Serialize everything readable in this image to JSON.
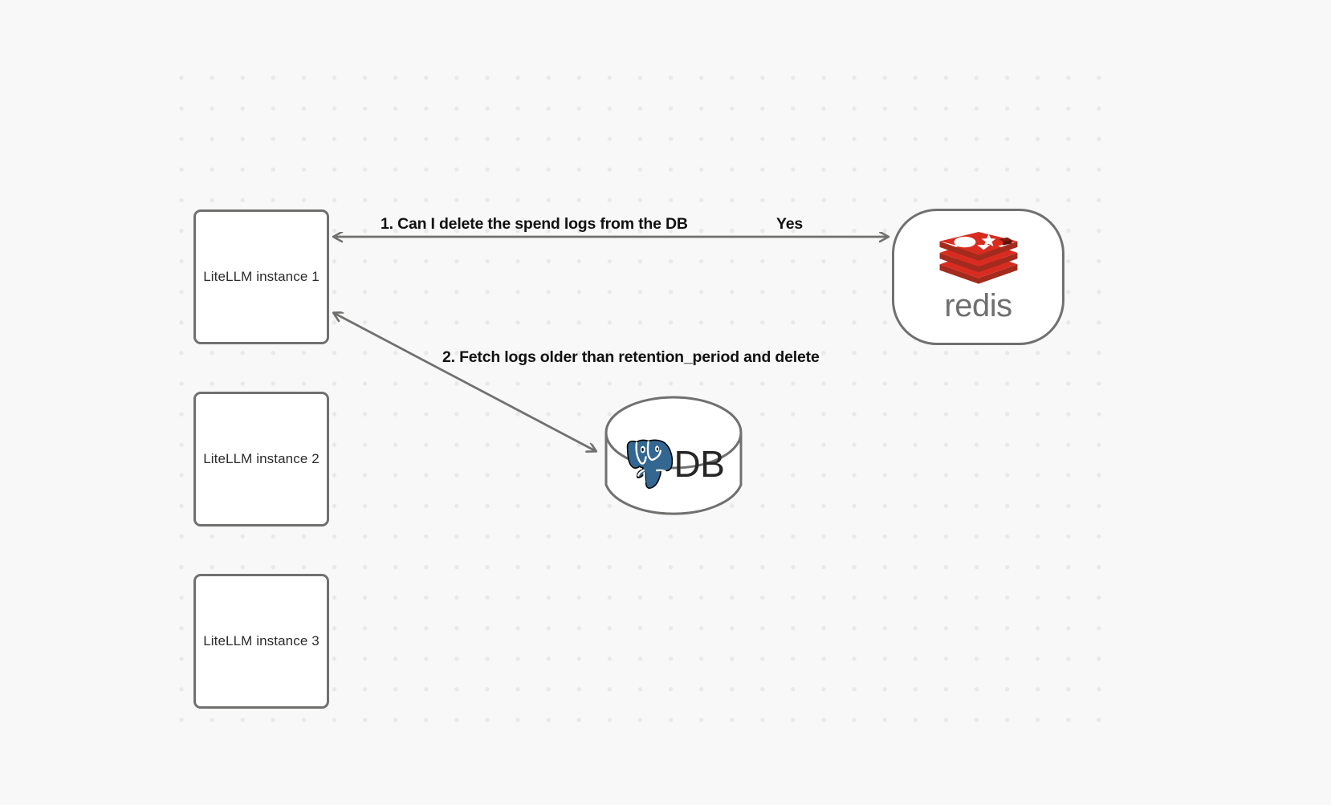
{
  "canvas": {
    "background_color": "#f8f8f8",
    "grid": "dot-grid",
    "grid_dot_color": "#e9e9ea"
  },
  "nodes": [
    {
      "id": "litellm-1",
      "label": "LiteLLM instance 1",
      "shape": "rounded-rectangle",
      "border_color": "#70706f",
      "fill": "#ffffff"
    },
    {
      "id": "litellm-2",
      "label": "LiteLLM instance 2",
      "shape": "rounded-rectangle",
      "border_color": "#70706f",
      "fill": "#ffffff"
    },
    {
      "id": "litellm-3",
      "label": "LiteLLM instance 3",
      "shape": "rounded-rectangle",
      "border_color": "#70706f",
      "fill": "#ffffff"
    },
    {
      "id": "redis",
      "label": "redis",
      "shape": "stadium",
      "logo": "redis-logo",
      "logo_color": "#d82c20",
      "wordmark_color": "#6f6f6f",
      "border_color": "#70706f",
      "fill": "#ffffff"
    },
    {
      "id": "database",
      "label": "DB",
      "shape": "cylinder",
      "logo": "postgresql-elephant-icon",
      "logo_color": "#336791",
      "text_color": "#262626",
      "border_color": "#70706f",
      "fill": "#ffffff"
    }
  ],
  "edges": [
    {
      "id": "edge-1",
      "from": "litellm-1",
      "to": "redis",
      "label": "1.  Can I delete the spend logs from the DB",
      "reply_label": "Yes",
      "direction": "bidirectional",
      "color": "#70706f"
    },
    {
      "id": "edge-2",
      "from": "litellm-1",
      "to": "database",
      "label": "2.  Fetch logs older than retention_period and delete",
      "direction": "bidirectional",
      "color": "#70706f"
    }
  ],
  "labels": {
    "step1": "1.  Can I delete the spend logs from the DB",
    "yes": "Yes",
    "step2": "2.  Fetch logs older than retention_period and delete"
  }
}
